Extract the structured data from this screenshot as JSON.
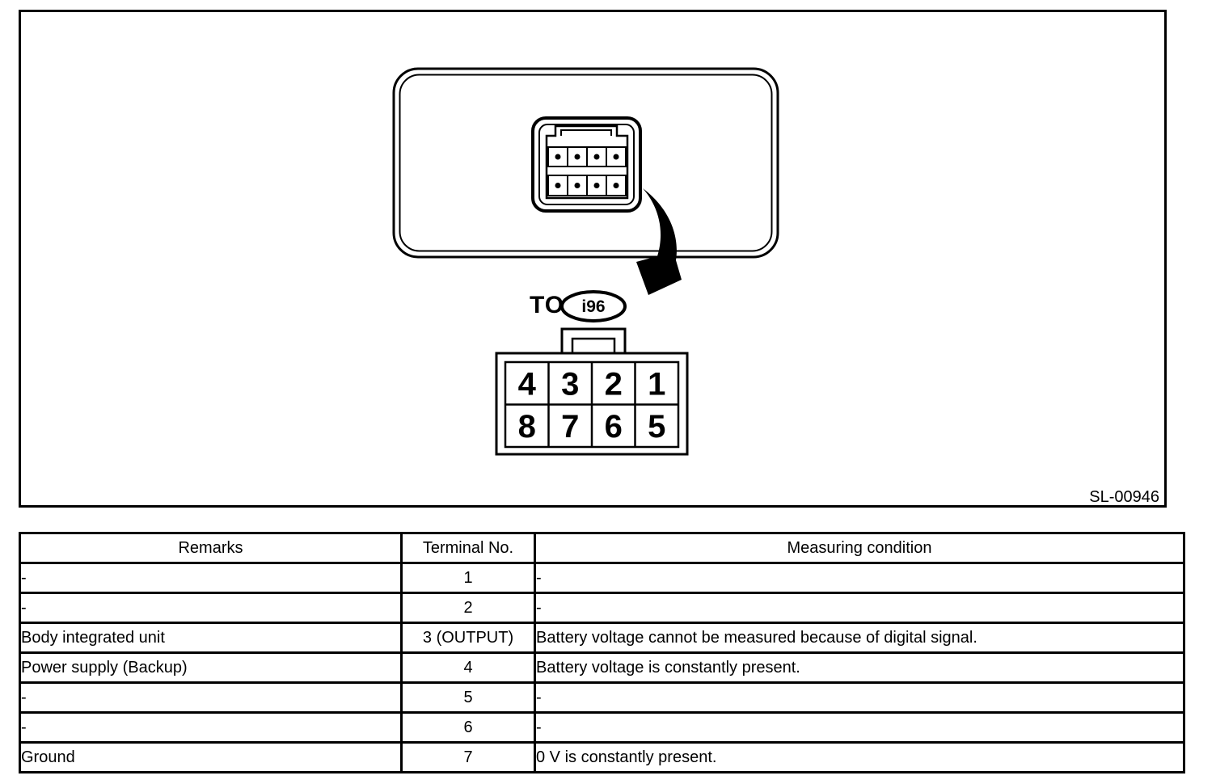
{
  "diagram": {
    "figure_code": "SL-00946",
    "to_label": "TO",
    "connector_id": "i96",
    "pinout": {
      "top_row": [
        "4",
        "3",
        "2",
        "1"
      ],
      "bottom_row": [
        "8",
        "7",
        "6",
        "5"
      ]
    }
  },
  "table": {
    "headers": {
      "remarks": "Remarks",
      "terminal": "Terminal No.",
      "condition": "Measuring condition"
    },
    "rows": [
      {
        "remarks": "-",
        "terminal": "1",
        "condition": "-"
      },
      {
        "remarks": "-",
        "terminal": "2",
        "condition": "-"
      },
      {
        "remarks": "Body integrated unit",
        "terminal": "3 (OUTPUT)",
        "condition": "Battery voltage cannot be measured because of digital signal."
      },
      {
        "remarks": "Power supply (Backup)",
        "terminal": "4",
        "condition": "Battery voltage is constantly present."
      },
      {
        "remarks": "-",
        "terminal": "5",
        "condition": "-"
      },
      {
        "remarks": "-",
        "terminal": "6",
        "condition": "-"
      },
      {
        "remarks": "Ground",
        "terminal": "7",
        "condition": "0 V is constantly present."
      }
    ]
  },
  "colors": {
    "line": "#000000",
    "background": "#ffffff"
  }
}
